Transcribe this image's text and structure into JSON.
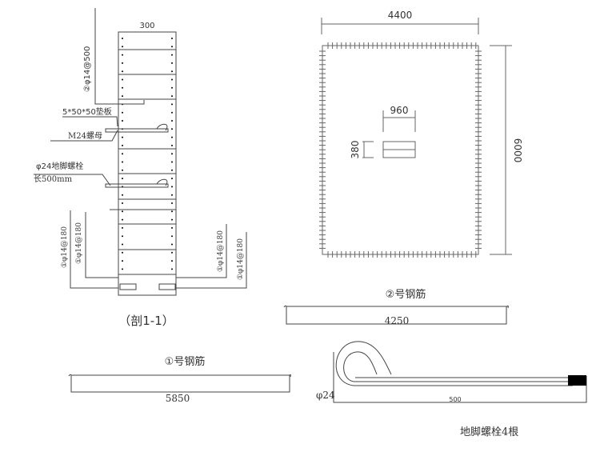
{
  "section": {
    "width_dim": "300",
    "rebar2_label": "②φ14@500",
    "plate_label": "5*50*50垫板",
    "nut_label": "M24螺母",
    "bolt_label": "φ24地脚螺栓",
    "bolt_length": "长500mm",
    "rebar1_left_a": "①φ14@180",
    "rebar1_left_b": "①φ14@180",
    "rebar1_right_a": "①φ14@180",
    "rebar1_right_b": "①φ14@180",
    "caption": "（剖1-1）"
  },
  "plan": {
    "width_dim": "4400",
    "height_dim": "6000",
    "inner_width": "960",
    "inner_height": "380"
  },
  "rebar2": {
    "title": "②号钢筋",
    "length": "4250"
  },
  "rebar1": {
    "title": "①号钢筋",
    "length": "5850"
  },
  "anchor_bolt": {
    "diameter": "φ24",
    "length": "500",
    "caption": "地脚螺栓4根"
  }
}
